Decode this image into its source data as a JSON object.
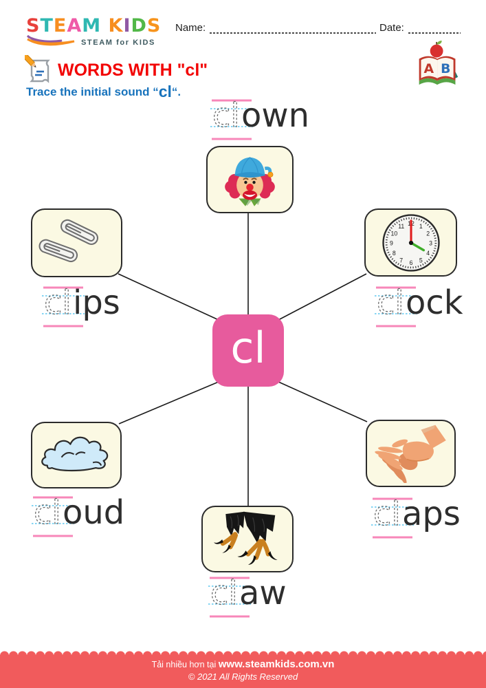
{
  "colors": {
    "accent_pink": "#E75B9D",
    "card_bg": "#FBF9E3",
    "card_border": "#2B2B2B",
    "trace_guide_pink": "#F787B9",
    "trace_guide_blue": "#5BC6EF",
    "title_red": "#F20505",
    "subtitle_blue": "#1873BC",
    "footer_red": "#F15B5C"
  },
  "header": {
    "logo": {
      "letters": [
        {
          "ch": "S",
          "color": "#E8413C"
        },
        {
          "ch": "T",
          "color": "#2FB8B2"
        },
        {
          "ch": "E",
          "color": "#F78E20"
        },
        {
          "ch": "A",
          "color": "#EF5AA7"
        },
        {
          "ch": "M",
          "color": "#2FB8B2"
        },
        {
          "ch": " ",
          "color": "#000000"
        },
        {
          "ch": "K",
          "color": "#F78E20"
        },
        {
          "ch": "I",
          "color": "#9059A5"
        },
        {
          "ch": "D",
          "color": "#52B848"
        },
        {
          "ch": "S",
          "color": "#F7941D"
        }
      ],
      "tagline": "STEAM for KIDS"
    },
    "name_label": "Name:",
    "date_label": "Date:"
  },
  "title": {
    "text": "WORDS WITH \"cl\"",
    "subtitle_prefix": "Trace the initial sound “",
    "subtitle_sound": "cl",
    "subtitle_suffix": "“."
  },
  "center": {
    "label": "cl"
  },
  "words": [
    {
      "word": "clown",
      "trace": "cl",
      "rest": "own",
      "image": "clown"
    },
    {
      "word": "clips",
      "trace": "cl",
      "rest": "ips",
      "image": "paper-clips"
    },
    {
      "word": "clock",
      "trace": "cl",
      "rest": "ock",
      "image": "clock"
    },
    {
      "word": "cloud",
      "trace": "cl",
      "rest": "oud",
      "image": "cloud"
    },
    {
      "word": "claps",
      "trace": "cl",
      "rest": "aps",
      "image": "clapping-hands"
    },
    {
      "word": "claw",
      "trace": "cl",
      "rest": "aw",
      "image": "bird-claw"
    }
  ],
  "clock_face": {
    "numbers": [
      "1",
      "2",
      "3",
      "4",
      "5",
      "6",
      "7",
      "8",
      "9",
      "10",
      "11",
      "12"
    ],
    "minute_hand_at": "12",
    "hour_hand_at": "4"
  },
  "footer": {
    "line1_prefix": "Tải nhiều hơn tại ",
    "line1_url": "www.steamkids.com.vn",
    "line2": "©  2021 All Rights Reserved"
  }
}
